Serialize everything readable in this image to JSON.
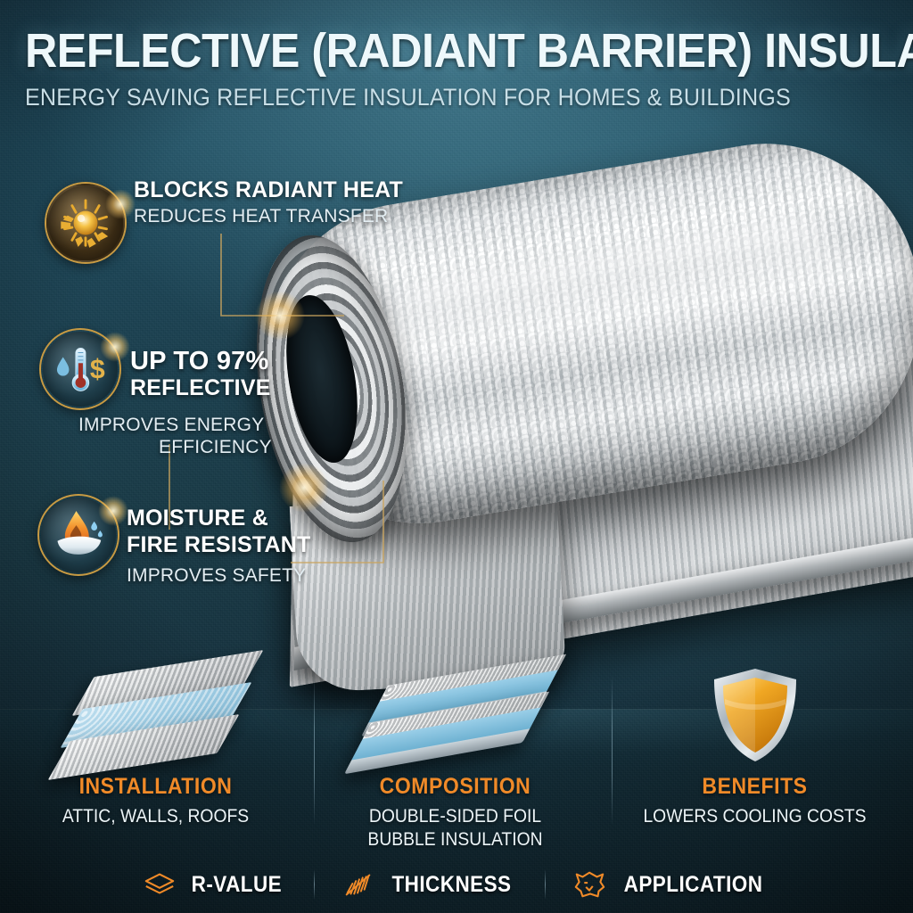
{
  "header": {
    "title": "REFLECTIVE (RADIANT BARRIER) INSULATION",
    "subtitle": "ENERGY SAVING REFLECTIVE INSULATION FOR HOMES & BUILDINGS"
  },
  "colors": {
    "accent_orange": "#F08A28",
    "gold_rim": "#C79A43",
    "background_teal": "#1A4050",
    "background_floor": "#0E252F",
    "text_white": "#FFFFFF",
    "text_muted": "#CFE4EC"
  },
  "features": [
    {
      "icon": "sun-icon",
      "title": "BLOCKS RADIANT HEAT",
      "subtitle": "REDUCES HEAT TRANSFER"
    },
    {
      "icon": "thermometer-dollar-icon",
      "title_line1": "UP TO 97%",
      "title_line2": "REFLECTIVE",
      "subtitle_line1": "IMPROVES ENERGY",
      "subtitle_line2": "EFFICIENCY"
    },
    {
      "icon": "flame-water-icon",
      "title_line1": "MOISTURE &",
      "title_line2": "FIRE RESISTANT",
      "subtitle": "IMPROVES SAFETY"
    }
  ],
  "columns": [
    {
      "art": "layered-foil-bubble-foil-icon",
      "heading": "INSTALLATION",
      "text": "ATTIC, WALLS, ROOFS"
    },
    {
      "art": "double-sided-slab-icon",
      "heading": "COMPOSITION",
      "text": "DOUBLE-SIDED FOIL BUBBLE INSULATION"
    },
    {
      "art": "shield-icon",
      "heading": "BENEFITS",
      "text": "LOWERS COOLING COSTS"
    }
  ],
  "bottom_bar": [
    {
      "icon": "layers-stack-icon",
      "label": "R-VALUE"
    },
    {
      "icon": "coil-thickness-icon",
      "label": "THICKNESS"
    },
    {
      "icon": "application-badge-icon",
      "label": "APPLICATION"
    }
  ],
  "product": {
    "name": "reflective-foil-bubble-insulation-roll"
  }
}
